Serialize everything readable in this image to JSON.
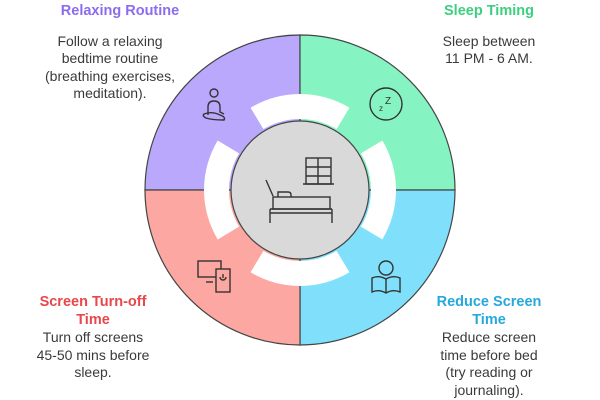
{
  "center": {
    "icon": "bed-window-icon"
  },
  "segments": [
    {
      "id": "relaxing",
      "title_lines": [
        "Relaxing Routine"
      ],
      "body_lines": [
        "Follow a relaxing",
        "bedtime routine",
        "(breathing exercises,",
        "meditation)."
      ],
      "icon": "meditation-icon",
      "fill": "#b9a8fb",
      "title_color": "#8b6cef"
    },
    {
      "id": "sleep",
      "title_lines": [
        "Sleep Timing"
      ],
      "body_lines": [
        "Sleep between",
        "11 PM - 6 AM."
      ],
      "icon": "sleep-clock-icon",
      "fill": "#86f4c2",
      "title_color": "#3dcf80"
    },
    {
      "id": "reduce",
      "title_lines": [
        "Reduce Screen",
        "Time"
      ],
      "body_lines": [
        "Reduce screen",
        "time before bed",
        "(try reading or",
        "journaling)."
      ],
      "icon": "reading-icon",
      "fill": "#80e0fc",
      "title_color": "#25a9dd"
    },
    {
      "id": "turnoff",
      "title_lines": [
        "Screen Turn-off",
        "Time"
      ],
      "body_lines": [
        "Turn off screens",
        "45-50 mins before",
        "sleep."
      ],
      "icon": "screen-power-icon",
      "fill": "#fca7a2",
      "title_color": "#e8474b"
    }
  ]
}
